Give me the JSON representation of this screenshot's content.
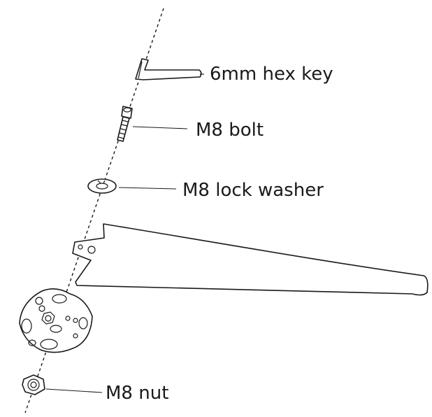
{
  "labels": {
    "hex_key": "6mm hex key",
    "bolt": "M8 bolt",
    "lock_washer": "M8 lock washer",
    "nut": "M8 nut"
  },
  "colors": {
    "ink": "#1a1a1a",
    "background": "#ffffff"
  }
}
